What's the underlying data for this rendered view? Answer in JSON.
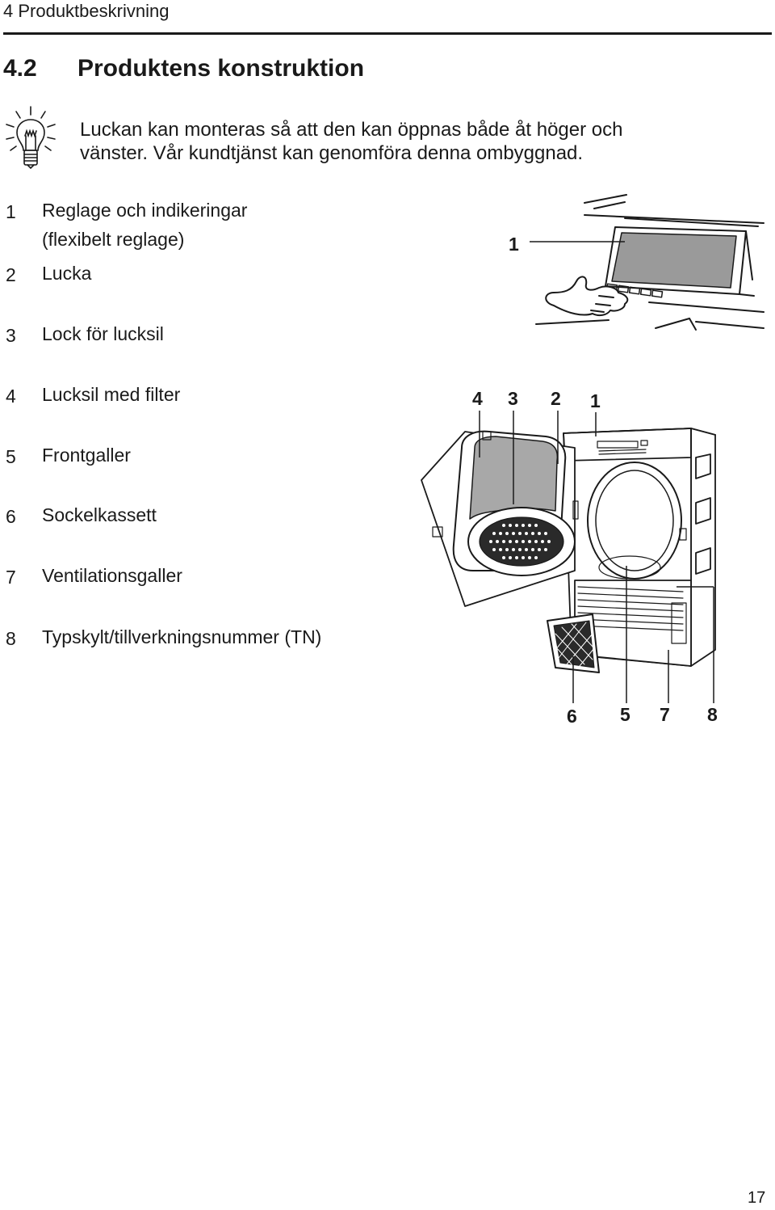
{
  "header": {
    "running_title": "4 Produktbeskrivning"
  },
  "section": {
    "number": "4.2",
    "title": "Produktens konstruktion"
  },
  "tip": {
    "icon": "lightbulb-icon",
    "line1": "Luckan kan monteras så att den kan öppnas både åt höger och",
    "line2": "vänster. Vår kundtjänst kan genomföra denna ombyggnad."
  },
  "legend": [
    {
      "num": "1",
      "line1": "Reglage och indikeringar",
      "line2": "(flexibelt reglage)"
    },
    {
      "num": "2",
      "line1": "Lucka"
    },
    {
      "num": "3",
      "line1": "Lock för lucksil"
    },
    {
      "num": "4",
      "line1": "Lucksil med filter"
    },
    {
      "num": "5",
      "line1": "Frontgaller"
    },
    {
      "num": "6",
      "line1": "Sockelkassett"
    },
    {
      "num": "7",
      "line1": "Ventilationsgaller"
    },
    {
      "num": "8",
      "line1": "Typskylt/tillverkningsnummer (TN)"
    }
  ],
  "figure_top": {
    "callout": "1"
  },
  "figure_main": {
    "callouts_top": [
      "4",
      "3",
      "2",
      "1"
    ],
    "callouts_bottom": [
      "6",
      "5",
      "7",
      "8"
    ]
  },
  "page": {
    "number": "17"
  }
}
